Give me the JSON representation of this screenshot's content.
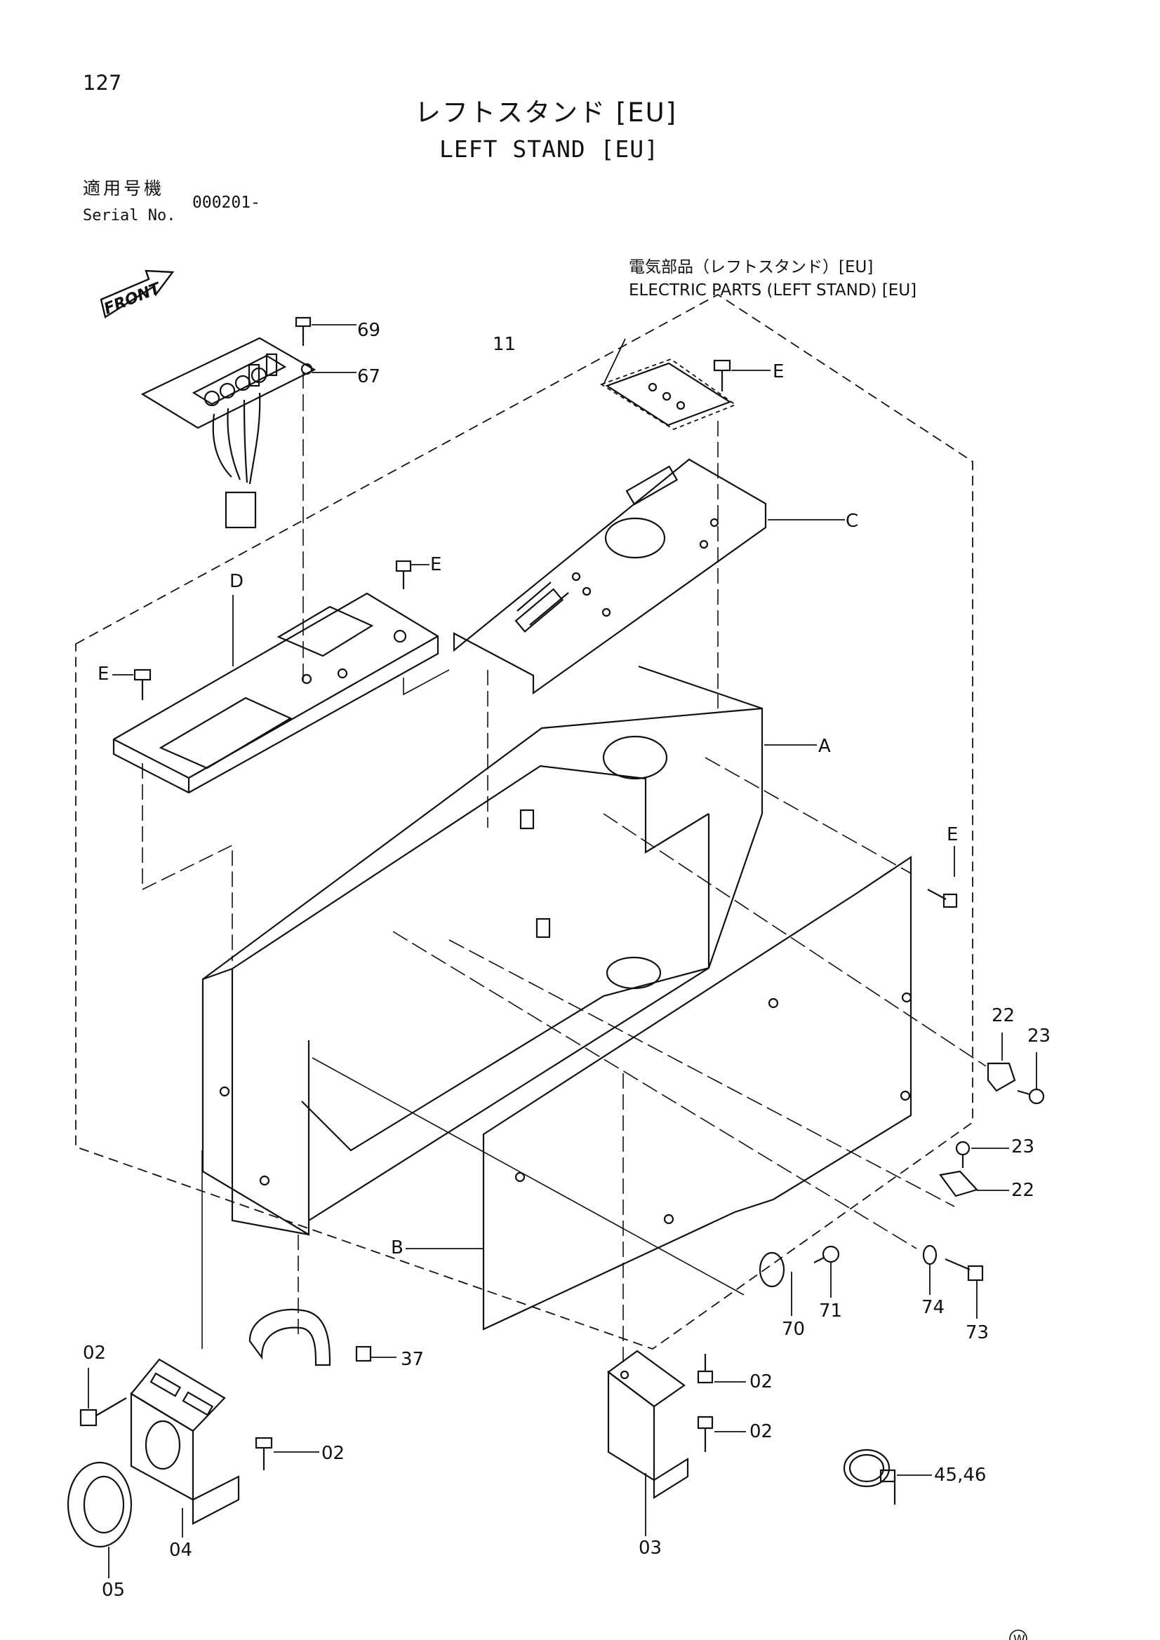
{
  "header": {
    "page_number": "127",
    "title_jp": "レフトスタンド [EU]",
    "title_en": "LEFT STAND [EU]",
    "serial_label_jp": "適用号機",
    "serial_label_en": "Serial No.",
    "serial_value": "000201-"
  },
  "front_marker": "FRONT",
  "electric_parts": {
    "label_jp": "電気部品（レフトスタンド）[EU]",
    "label_en": "ELECTRIC PARTS (LEFT STAND) [EU]"
  },
  "callouts": {
    "c69": "69",
    "c67": "67",
    "c11": "11",
    "cE_top": "E",
    "cC": "C",
    "cE_d": "E",
    "cD": "D",
    "cE_left": "E",
    "cA": "A",
    "cE_right": "E",
    "c22a": "22",
    "c23a": "23",
    "c23b": "23",
    "c22b": "22",
    "cB": "B",
    "c70": "70",
    "c71": "71",
    "c74": "74",
    "c73": "73",
    "c02a": "02",
    "c37": "37",
    "c02b": "02",
    "c02c": "02",
    "c02d": "02",
    "c4546": "45,46",
    "c04": "04",
    "c05": "05",
    "c03": "03"
  },
  "corner_mark": "W"
}
